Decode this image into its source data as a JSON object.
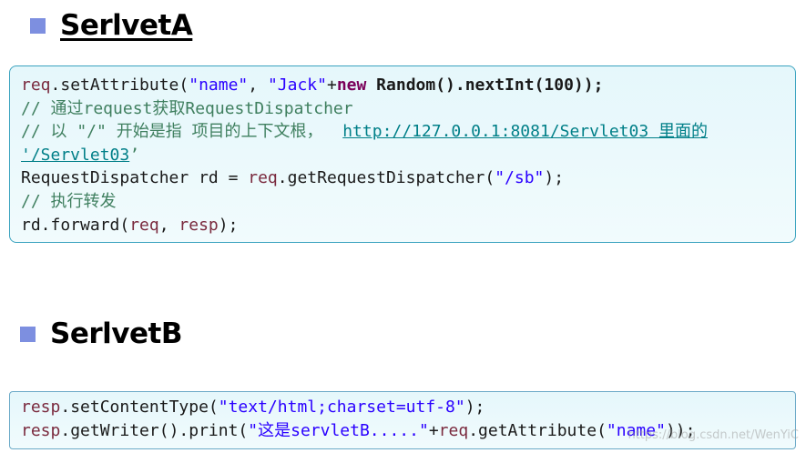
{
  "section_a": {
    "title": "SerlvetA",
    "code": {
      "l1": {
        "a": "req",
        "b": ".setAttribute(",
        "c": "\"name\"",
        "d": ", ",
        "e": "\"Jack\"",
        "f": "+",
        "g": "new",
        "h": " Random().nextInt(100));"
      },
      "l2": "// 通过request获取RequestDispatcher",
      "l3": {
        "a": "// 以 \"/\" 开始是指 项目的上下文根，  ",
        "b": "http://127.0.0.1:8081/Servlet03 里面的"
      },
      "l4": {
        "a": "'/Servlet03",
        "b": "’"
      },
      "l5": {
        "a": "RequestDispatcher rd = ",
        "b": "req",
        "c": ".getRequestDispatcher(",
        "d": "\"/sb\"",
        "e": ");"
      },
      "l6": "// 执行转发",
      "l7": {
        "a": "rd.forward(",
        "b": "req",
        "c": ", ",
        "d": "resp",
        "e": ");"
      }
    }
  },
  "section_b": {
    "title": "SerlvetB",
    "code": {
      "l1": {
        "a": "resp",
        "b": ".setContentType(",
        "c": "\"text/html;charset=utf-8\"",
        "d": ");"
      },
      "l2": {
        "a": "resp",
        "b": ".getWriter().print(",
        "c": "\"这是servletB.....\"",
        "d": "+",
        "e": "req",
        "f": ".getAttribute(",
        "g": "\"name\"",
        "h": "));"
      }
    }
  },
  "watermark": "https://blog.csdn.net/WenYiC"
}
